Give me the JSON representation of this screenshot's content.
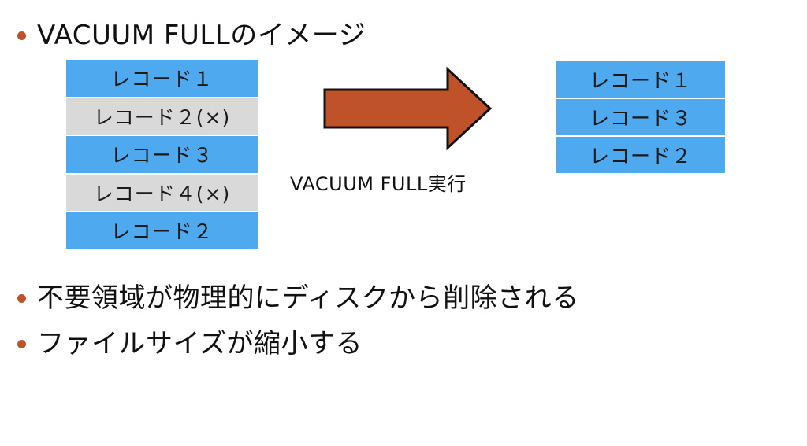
{
  "bullets": [
    "VACUUM FULLのイメージ",
    "不要領域が物理的にディスクから削除される",
    "ファイルサイズが縮小する"
  ],
  "before_records": [
    {
      "label": "レコード１",
      "state": "live"
    },
    {
      "label": "レコード２(×)",
      "state": "deleted"
    },
    {
      "label": "レコード３",
      "state": "live"
    },
    {
      "label": "レコード４(×)",
      "state": "deleted"
    },
    {
      "label": "レコード２",
      "state": "live"
    }
  ],
  "after_records": [
    {
      "label": "レコード１"
    },
    {
      "label": "レコード３"
    },
    {
      "label": "レコード２"
    }
  ],
  "arrow_caption": "VACUUM FULL実行",
  "colors": {
    "live": "#4ea9ee",
    "deleted": "#d9d9d9",
    "arrow_fill": "#c0522a",
    "bullet": "#c0522a"
  },
  "icons": {
    "arrow": "right-arrow-icon",
    "bullet": "bullet-dot-icon"
  }
}
